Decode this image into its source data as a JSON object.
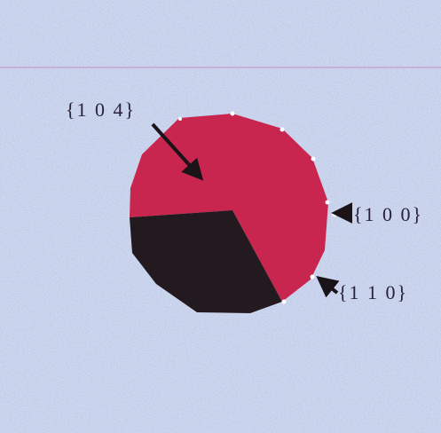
{
  "diagram": {
    "labels": {
      "top_facet": "{1 0 4}",
      "right_facet": "{1 0 0}",
      "lower_facet": "{1 1 0}"
    },
    "colors": {
      "background": "#c9d3ec",
      "speckle": "#eef2fb",
      "upper_region": "#c9264f",
      "lower_region": "#231a1f",
      "arrow": "#1a1318",
      "edge_highlight": "#ffffff",
      "horizontal_line": "#c6a9d6"
    }
  }
}
